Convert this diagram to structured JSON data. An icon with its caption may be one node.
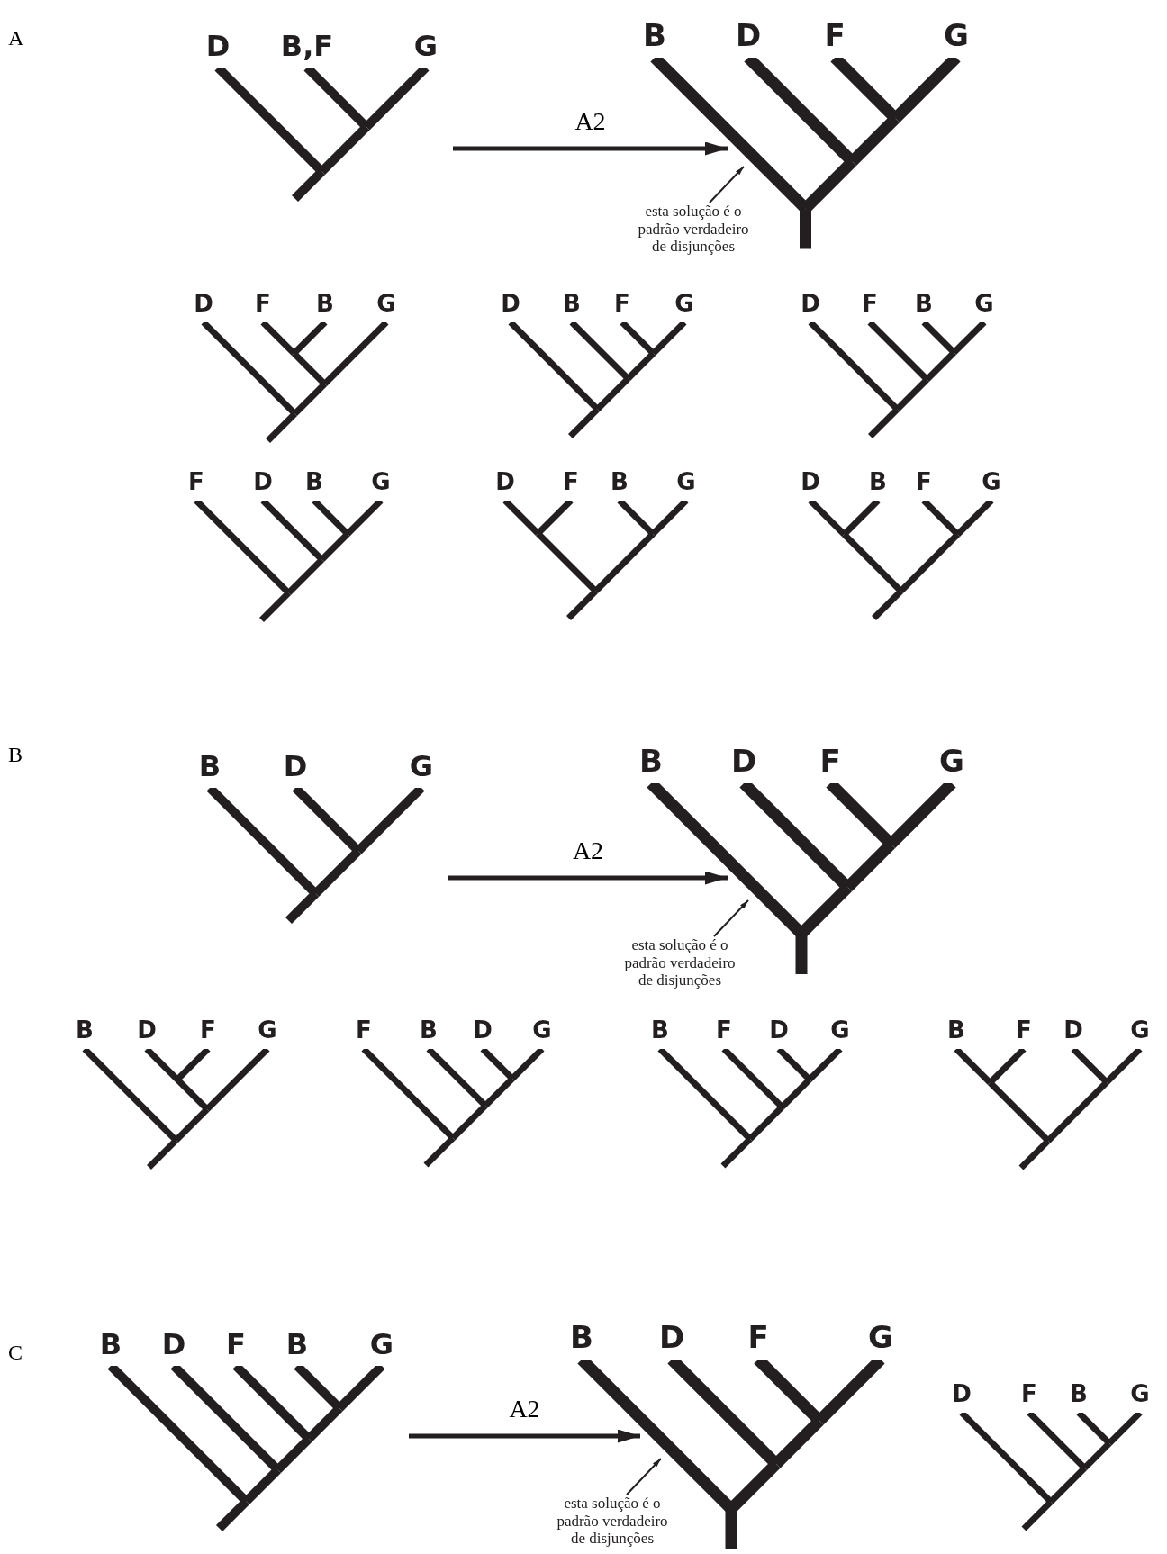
{
  "diagram": {
    "nodes": [
      {
        "text": [
          "D",
          "B,F",
          "G"
        ]
      },
      {
        "text": [
          "B",
          "D",
          "F",
          "G"
        ]
      },
      {
        "text": [
          "esta solução é o padrão verdadeiro de disjunções"
        ]
      },
      {
        "text": [
          "D",
          "F",
          "B",
          "G"
        ]
      },
      {
        "text": [
          "D",
          "B",
          "F",
          "G"
        ]
      },
      {
        "text": [
          "D",
          "F",
          "B",
          "G"
        ]
      },
      {
        "text": [
          "F",
          "D",
          "B",
          "G"
        ]
      },
      {
        "text": [
          "D",
          "F",
          "B",
          "G"
        ]
      },
      {
        "text": [
          "D",
          "B",
          "F",
          "G"
        ]
      },
      {
        "text": [
          "B",
          "D",
          "G"
        ]
      },
      {
        "text": [
          "B",
          "D",
          "F",
          "G"
        ]
      },
      {
        "text": [
          "esta solução é o padrão verdadeiro de disjunções"
        ]
      },
      {
        "text": [
          "B",
          "D",
          "F",
          "G"
        ]
      },
      {
        "text": [
          "F",
          "B",
          "D",
          "G"
        ]
      },
      {
        "text": [
          "B",
          "F",
          "D",
          "G"
        ]
      },
      {
        "text": [
          "B",
          "F",
          "D",
          "G"
        ]
      },
      {
        "text": [
          "B",
          "D",
          "F",
          "B",
          "G"
        ]
      },
      {
        "text": [
          "B",
          "D",
          "F",
          "G"
        ]
      },
      {
        "text": [
          "esta solução é o padrão verdadeiro de disjunções"
        ]
      },
      {
        "text": [
          "D",
          "F",
          "B",
          "G"
        ]
      }
    ],
    "edges": [
      {
        "from": 0,
        "to": 1,
        "arrow": "to",
        "label": "A2",
        "style": "thick"
      },
      {
        "from": 2,
        "to": 1,
        "arrow": "to"
      },
      {
        "from": 9,
        "to": 10,
        "arrow": "to",
        "label": "A2",
        "style": "thick"
      },
      {
        "from": 11,
        "to": 10,
        "arrow": "to"
      },
      {
        "from": 16,
        "to": 17,
        "arrow": "to",
        "label": "A2",
        "style": "thick"
      },
      {
        "from": 18,
        "to": 17,
        "arrow": "to"
      }
    ],
    "labels": [
      "A",
      "B",
      "C"
    ]
  }
}
